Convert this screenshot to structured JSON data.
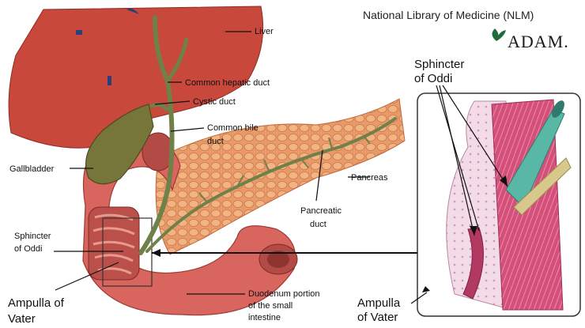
{
  "credit": "National Library of Medicine (NLM)",
  "logo": {
    "text": "ADAM.",
    "icon": "leaf-icon",
    "color": "#1f6b3a"
  },
  "labels": {
    "liver": "Liver",
    "common_hepatic_duct": "Common hepatic duct",
    "cystic_duct": "Cystic duct",
    "common_bile_duct": [
      "Common bile",
      "duct"
    ],
    "gallbladder": "Gallbladder",
    "pancreas": "Pancreas",
    "pancreatic_duct": [
      "Pancreatic",
      "duct"
    ],
    "sphincter_left": [
      "Sphincter",
      "of Oddi"
    ],
    "ampulla_left": [
      "Ampulla of",
      "Vater"
    ],
    "duodenum": [
      "Duodenum portion",
      "of the small",
      "intestine"
    ],
    "sphincter_right": [
      "Sphincter",
      "of Oddi"
    ],
    "ampulla_right": [
      "Ampulla",
      "of Vater"
    ]
  },
  "colors": {
    "liver": "#c8483c",
    "gallbladder": "#77763a",
    "pancreas": "#e89a68",
    "duodenum": "#d9665e",
    "duct": "#6f8048",
    "inset_muscle": "#d2507a",
    "inset_duct": "#59b7a6"
  }
}
